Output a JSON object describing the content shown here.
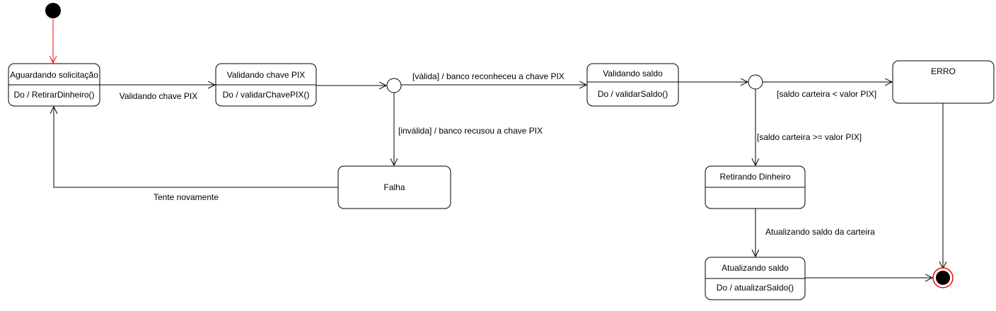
{
  "colors": {
    "line": "#000000",
    "background": "#ffffff",
    "initial_arrow": "#ff0000",
    "final_ring": "#ff0000"
  },
  "states": {
    "aguardando": {
      "title": "Aguardando solicitação",
      "action": "Do / RetirarDinheiro()"
    },
    "validando_pix": {
      "title": "Validando chave PIX",
      "action": "Do / validarChavePIX()"
    },
    "validando_saldo": {
      "title": "Validando saldo",
      "action": "Do / validarSaldo()"
    },
    "erro": {
      "title": "ERRO"
    },
    "falha": {
      "title": "Falha"
    },
    "retirando": {
      "title": "Retirando Dinheiro"
    },
    "atualizando": {
      "title": "Atualizando saldo",
      "action": "Do / atualizarSaldo()"
    }
  },
  "transitions": {
    "to_validando_pix": "Validando chave PIX",
    "valida": "[válida] / banco reconheceu a chave PIX",
    "invalida": "[inválida] / banco recusou a chave PIX",
    "tente_novamente": "Tente novamente",
    "saldo_insuficiente": "[saldo carteira < valor PIX]",
    "saldo_suficiente": "[saldo carteira >= valor PIX]",
    "atualizando_carteira": "Atualizando saldo da carteira"
  }
}
